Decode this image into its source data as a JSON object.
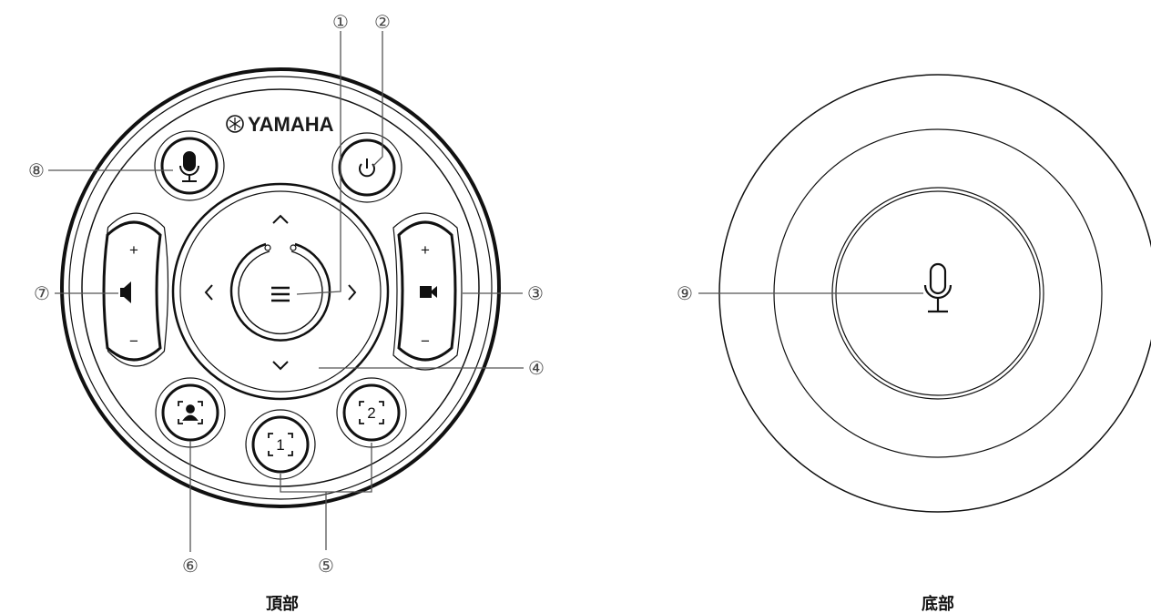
{
  "brand": {
    "name": "YAMAHA"
  },
  "views": {
    "top": {
      "caption": "頂部"
    },
    "bottom": {
      "caption": "底部"
    }
  },
  "callouts": [
    {
      "id": "1",
      "label": "①"
    },
    {
      "id": "2",
      "label": "②"
    },
    {
      "id": "3",
      "label": "③"
    },
    {
      "id": "4",
      "label": "④"
    },
    {
      "id": "5",
      "label": "⑤"
    },
    {
      "id": "6",
      "label": "⑥"
    },
    {
      "id": "7",
      "label": "⑦"
    },
    {
      "id": "8",
      "label": "⑧"
    },
    {
      "id": "9",
      "label": "⑨"
    }
  ],
  "buttons": {
    "volume": {
      "plus": "+",
      "minus": "−"
    },
    "camera": {
      "plus": "+",
      "minus": "−"
    },
    "preset1": "1",
    "preset2": "2"
  },
  "icons": {
    "top_mic": "microphone-icon",
    "power": "power-icon",
    "menu": "menu-icon",
    "volume": "speaker-icon",
    "camera": "video-camera-icon",
    "tracking": "person-frame-icon",
    "bottom_mic": "microphone-icon"
  }
}
